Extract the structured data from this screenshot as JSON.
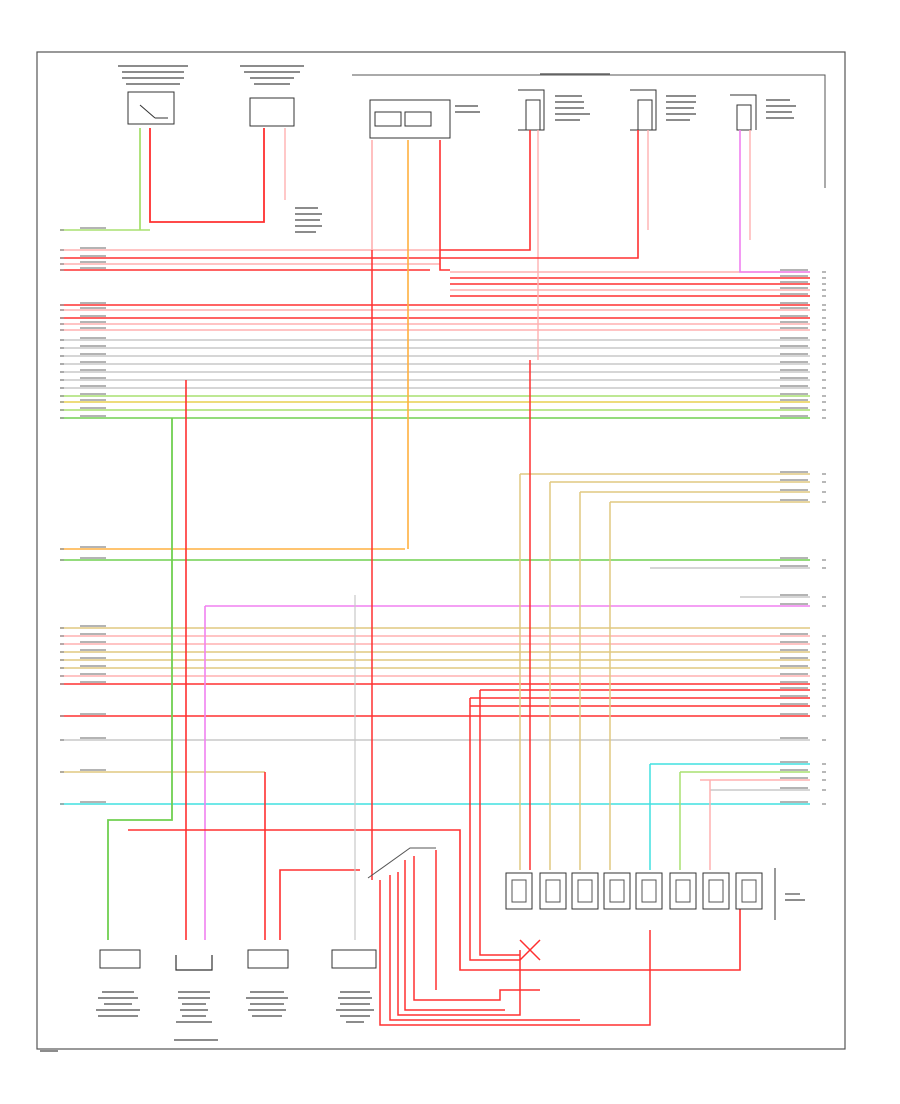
{
  "colors": {
    "red": "#ff3030",
    "pink": "#ffb0b0",
    "orange": "#ffb040",
    "yellow": "#e8d050",
    "green": "#70d050",
    "light_green": "#a8e070",
    "tan": "#e0c880",
    "cyan": "#40e0e0",
    "violet": "#f080f0",
    "gray": "#c8c8c8",
    "dark": "#555555"
  },
  "components": {
    "top": [
      {
        "name": "component-top-1",
        "label": ""
      },
      {
        "name": "component-top-2",
        "label": ""
      },
      {
        "name": "component-top-3",
        "label": ""
      },
      {
        "name": "component-top-4",
        "label": ""
      },
      {
        "name": "component-top-5",
        "label": ""
      },
      {
        "name": "component-top-6",
        "label": ""
      }
    ],
    "bottom": [
      {
        "name": "component-bottom-1",
        "label": ""
      },
      {
        "name": "component-bottom-2",
        "label": ""
      },
      {
        "name": "component-bottom-3",
        "label": ""
      },
      {
        "name": "component-bottom-4",
        "label": ""
      }
    ],
    "relay_block": {
      "label": ""
    }
  }
}
